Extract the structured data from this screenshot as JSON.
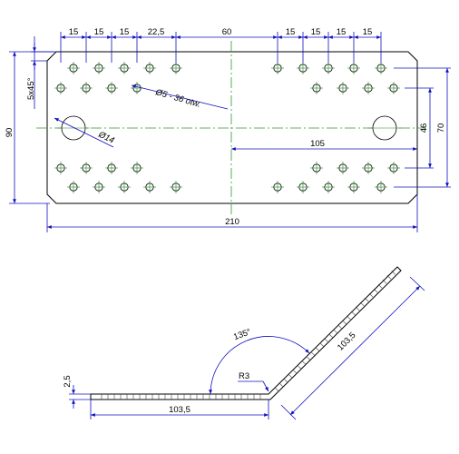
{
  "top_view": {
    "dims_top": [
      "15",
      "15",
      "15",
      "22,5",
      "60",
      "15",
      "15",
      "15",
      "15"
    ],
    "chamfer": "5x45°",
    "height": "90",
    "hole_callout": "Ø5 - 36 otw.",
    "large_hole": "Ø14",
    "half_length": "105",
    "inner_height": "46",
    "row_spacing": "70",
    "total_length": "210"
  },
  "side_view": {
    "thickness": "2,5",
    "leg_left": "103,5",
    "leg_right": "103,5",
    "angle": "135°",
    "bend_radius": "R3"
  }
}
